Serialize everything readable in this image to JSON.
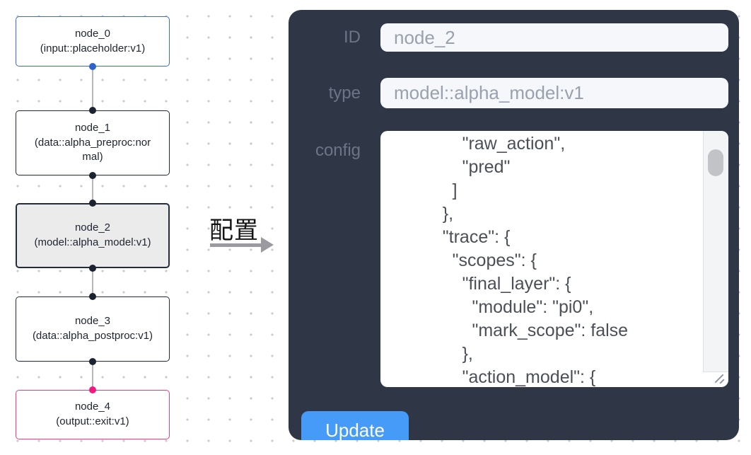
{
  "flow": {
    "nodes": [
      {
        "id": "node_0",
        "title": "node_0",
        "subtitle": "(input::placeholder:v1)",
        "variant": "input"
      },
      {
        "id": "node_1",
        "title": "node_1",
        "subtitle": "(data::alpha_preproc:normal)",
        "variant": "default"
      },
      {
        "id": "node_2",
        "title": "node_2",
        "subtitle": "(model::alpha_model:v1)",
        "variant": "selected"
      },
      {
        "id": "node_3",
        "title": "node_3",
        "subtitle": "(data::alpha_postproc:v1)",
        "variant": "default"
      },
      {
        "id": "node_4",
        "title": "node_4",
        "subtitle": "(output::exit:v1)",
        "variant": "output"
      }
    ]
  },
  "transition": {
    "label": "配置"
  },
  "panel": {
    "fields": {
      "id": {
        "label": "ID",
        "value": "node_2"
      },
      "type": {
        "label": "type",
        "value": "model::alpha_model:v1"
      },
      "config": {
        "label": "config",
        "visible_text": "        \"raw_action\",\n        \"pred\"\n      ]\n    },\n    \"trace\": {\n      \"scopes\": {\n        \"final_layer\": {\n          \"module\": \"pi0\",\n          \"mark_scope\": false\n        },\n        \"action_model\": {"
      }
    },
    "update_label": "Update"
  },
  "colors": {
    "panel_bg": "#2f3747",
    "button_blue": "#479bf8",
    "node_input_border": "#3c6bd0",
    "node_output_border": "#ee3c80",
    "node_default_border": "#20283a",
    "node_selected_bg": "#ebebec",
    "port_dark": "#1b2231",
    "port_blue": "#2d63cc",
    "port_pink": "#f2197f",
    "edge_gray": "#b7b7bb",
    "field_bg": "#f6f7fa",
    "label_gray": "#6c7585"
  }
}
